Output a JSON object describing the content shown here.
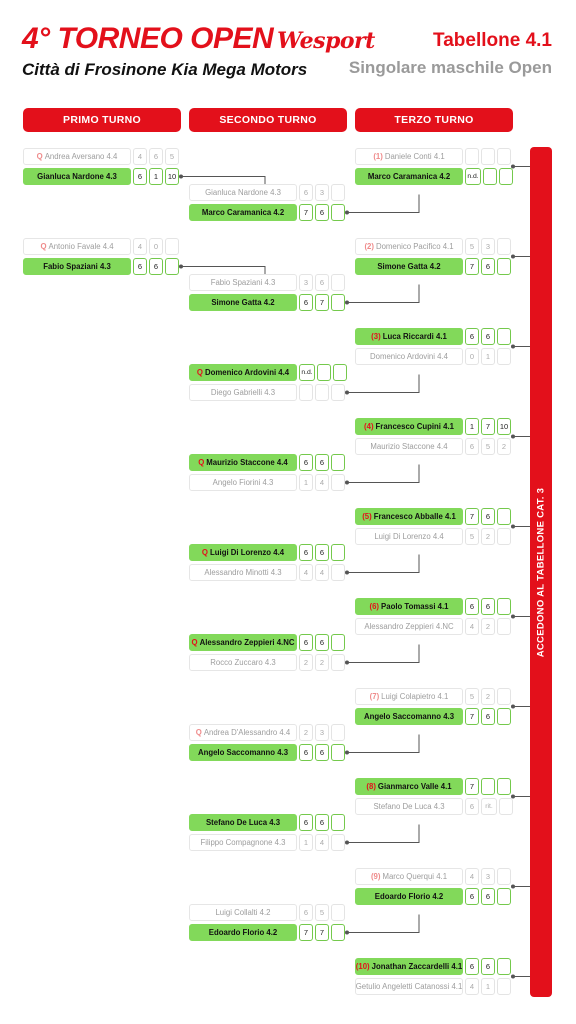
{
  "header": {
    "title": "4° TORNEO OPEN",
    "brand": "Wesport",
    "subtitle": "Città di Frosinone Kia Mega Motors",
    "draw": "Tabellone 4.1",
    "category": "Singolare maschile Open"
  },
  "rounds": [
    "PRIMO TURNO",
    "SECONDO TURNO",
    "TERZO TURNO"
  ],
  "sidebar": "ACCEDONO AL TABELLONE CAT. 3",
  "round1": [
    {
      "rows": [
        {
          "pre": "Q",
          "name": "Andrea Aversano 4.4",
          "scores": [
            "4",
            "6",
            "5"
          ],
          "winner": false
        },
        {
          "pre": "",
          "name": "Gianluca Nardone 4.3",
          "scores": [
            "6",
            "1",
            "10"
          ],
          "winner": true
        }
      ]
    },
    {
      "rows": [
        {
          "pre": "Q",
          "name": "Antonio Favale 4.4",
          "scores": [
            "4",
            "0",
            ""
          ],
          "winner": false
        },
        {
          "pre": "",
          "name": "Fabio Spaziani 4.3",
          "scores": [
            "6",
            "6",
            ""
          ],
          "winner": true
        }
      ]
    }
  ],
  "round2": [
    {
      "rows": [
        {
          "pre": "",
          "name": "Gianluca Nardone 4.3",
          "scores": [
            "6",
            "3",
            ""
          ],
          "winner": false
        },
        {
          "pre": "",
          "name": "Marco Caramanica 4.2",
          "scores": [
            "7",
            "6",
            ""
          ],
          "winner": true
        }
      ]
    },
    {
      "rows": [
        {
          "pre": "",
          "name": "Fabio Spaziani 4.3",
          "scores": [
            "3",
            "6",
            ""
          ],
          "winner": false
        },
        {
          "pre": "",
          "name": "Simone Gatta 4.2",
          "scores": [
            "6",
            "7",
            ""
          ],
          "winner": true
        }
      ]
    },
    {
      "rows": [
        {
          "pre": "Q",
          "name": "Domenico Ardovini 4.4",
          "scores": [
            "n.d.",
            "",
            ""
          ],
          "winner": true
        },
        {
          "pre": "",
          "name": "Diego Gabrielli 4.3",
          "scores": [
            "",
            "",
            ""
          ],
          "winner": false
        }
      ]
    },
    {
      "rows": [
        {
          "pre": "Q",
          "name": "Maurizio Staccone 4.4",
          "scores": [
            "6",
            "6",
            ""
          ],
          "winner": true
        },
        {
          "pre": "",
          "name": "Angelo Fiorini 4.3",
          "scores": [
            "1",
            "4",
            ""
          ],
          "winner": false
        }
      ]
    },
    {
      "rows": [
        {
          "pre": "Q",
          "name": "Luigi Di Lorenzo 4.4",
          "scores": [
            "6",
            "6",
            ""
          ],
          "winner": true
        },
        {
          "pre": "",
          "name": "Alessandro Minotti 4.3",
          "scores": [
            "4",
            "4",
            ""
          ],
          "winner": false
        }
      ]
    },
    {
      "rows": [
        {
          "pre": "Q",
          "name": "Alessandro Zeppieri 4.NC",
          "scores": [
            "6",
            "6",
            ""
          ],
          "winner": true
        },
        {
          "pre": "",
          "name": "Rocco Zuccaro 4.3",
          "scores": [
            "2",
            "2",
            ""
          ],
          "winner": false
        }
      ]
    },
    {
      "rows": [
        {
          "pre": "Q",
          "name": "Andrea D'Alessandro 4.4",
          "scores": [
            "2",
            "3",
            ""
          ],
          "winner": false
        },
        {
          "pre": "",
          "name": "Angelo Saccomanno 4.3",
          "scores": [
            "6",
            "6",
            ""
          ],
          "winner": true
        }
      ]
    },
    {
      "rows": [
        {
          "pre": "",
          "name": "Stefano De Luca 4.3",
          "scores": [
            "6",
            "6",
            ""
          ],
          "winner": true
        },
        {
          "pre": "",
          "name": "Filippo Compagnone 4.3",
          "scores": [
            "1",
            "4",
            ""
          ],
          "winner": false
        }
      ]
    },
    {
      "rows": [
        {
          "pre": "",
          "name": "Luigi Collalti 4.2",
          "scores": [
            "6",
            "5",
            ""
          ],
          "winner": false
        },
        {
          "pre": "",
          "name": "Edoardo Florio 4.2",
          "scores": [
            "7",
            "7",
            ""
          ],
          "winner": true
        }
      ]
    }
  ],
  "round3": [
    {
      "rows": [
        {
          "pre": "(1)",
          "name": "Daniele Conti 4.1",
          "scores": [
            "",
            "",
            ""
          ],
          "winner": false
        },
        {
          "pre": "",
          "name": "Marco Caramanica 4.2",
          "scores": [
            "n.d.",
            "",
            ""
          ],
          "winner": true
        }
      ]
    },
    {
      "rows": [
        {
          "pre": "(2)",
          "name": "Domenico Pacifico 4.1",
          "scores": [
            "5",
            "3",
            ""
          ],
          "winner": false
        },
        {
          "pre": "",
          "name": "Simone Gatta 4.2",
          "scores": [
            "7",
            "6",
            ""
          ],
          "winner": true
        }
      ]
    },
    {
      "rows": [
        {
          "pre": "(3)",
          "name": "Luca Riccardi 4.1",
          "scores": [
            "6",
            "6",
            ""
          ],
          "winner": true
        },
        {
          "pre": "",
          "name": "Domenico Ardovini 4.4",
          "scores": [
            "0",
            "1",
            ""
          ],
          "winner": false
        }
      ]
    },
    {
      "rows": [
        {
          "pre": "(4)",
          "name": "Francesco Cupini 4.1",
          "scores": [
            "1",
            "7",
            "10"
          ],
          "winner": true
        },
        {
          "pre": "",
          "name": "Maurizio Staccone 4.4",
          "scores": [
            "6",
            "5",
            "2"
          ],
          "winner": false
        }
      ]
    },
    {
      "rows": [
        {
          "pre": "(5)",
          "name": "Francesco Abballe 4.1",
          "scores": [
            "7",
            "6",
            ""
          ],
          "winner": true
        },
        {
          "pre": "",
          "name": "Luigi Di Lorenzo 4.4",
          "scores": [
            "5",
            "2",
            ""
          ],
          "winner": false
        }
      ]
    },
    {
      "rows": [
        {
          "pre": "(6)",
          "name": "Paolo Tomassi 4.1",
          "scores": [
            "6",
            "6",
            ""
          ],
          "winner": true
        },
        {
          "pre": "",
          "name": "Alessandro Zeppieri 4.NC",
          "scores": [
            "4",
            "2",
            ""
          ],
          "winner": false
        }
      ]
    },
    {
      "rows": [
        {
          "pre": "(7)",
          "name": "Luigi Colapietro 4.1",
          "scores": [
            "5",
            "2",
            ""
          ],
          "winner": false
        },
        {
          "pre": "",
          "name": "Angelo Saccomanno 4.3",
          "scores": [
            "7",
            "6",
            ""
          ],
          "winner": true
        }
      ]
    },
    {
      "rows": [
        {
          "pre": "(8)",
          "name": "Gianmarco Valle 4.1",
          "scores": [
            "7",
            "",
            ""
          ],
          "winner": true
        },
        {
          "pre": "",
          "name": "Stefano De Luca 4.3",
          "scores": [
            "6",
            "rit.",
            ""
          ],
          "winner": false
        }
      ]
    },
    {
      "rows": [
        {
          "pre": "(9)",
          "name": "Marco Querqui 4.1",
          "scores": [
            "4",
            "3",
            ""
          ],
          "winner": false
        },
        {
          "pre": "",
          "name": "Edoardo Florio 4.2",
          "scores": [
            "6",
            "6",
            ""
          ],
          "winner": true
        }
      ]
    },
    {
      "rows": [
        {
          "pre": "(10)",
          "name": "Jonathan Zaccardelli 4.1",
          "scores": [
            "6",
            "6",
            ""
          ],
          "winner": true
        },
        {
          "pre": "",
          "name": "Getulio Angeletti Catanossi 4.1",
          "scores": [
            "4",
            "1",
            ""
          ],
          "winner": false
        }
      ]
    }
  ],
  "colors": {
    "accent": "#e3101b",
    "winner": "#82d95a",
    "muted": "#9d9d9d"
  }
}
